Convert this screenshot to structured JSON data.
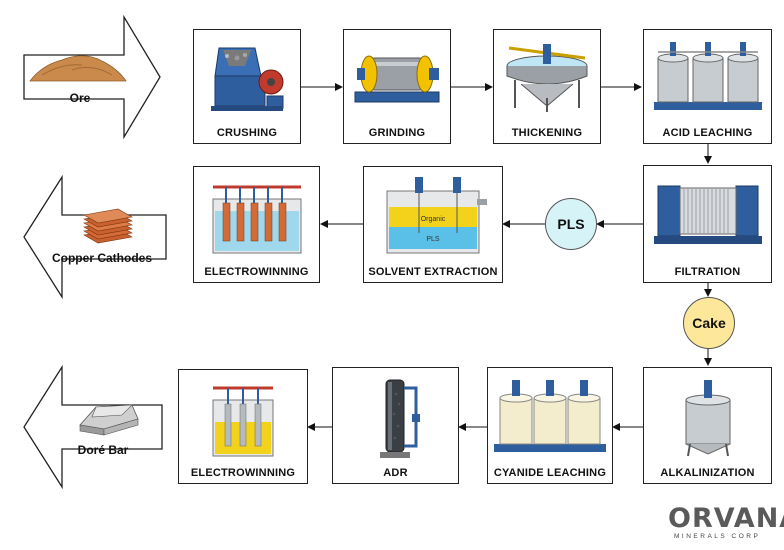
{
  "inputs": {
    "ore": "Ore"
  },
  "outputs": {
    "copper": "Copper Cathodes",
    "dore": "Doré Bar"
  },
  "steps": {
    "crushing": "CRUSHING",
    "grinding": "GRINDING",
    "thickening": "THICKENING",
    "acid_leaching": "ACID LEACHING",
    "filtration": "FILTRATION",
    "solvent_extraction": "SOLVENT EXTRACTION",
    "electrowinning_cu": "ELECTROWINNING",
    "alkalinization": "ALKALINIZATION",
    "cyanide_leaching": "CYANIDE LEACHING",
    "adr": "ADR",
    "electrowinning_au": "ELECTROWINNING"
  },
  "intermediates": {
    "pls": "PLS",
    "cake": "Cake"
  },
  "tank_labels": {
    "organic": "Organic",
    "pls": "PLS"
  },
  "logo": {
    "main": "ORVANA",
    "sub": "MINERALS CORP"
  },
  "colors": {
    "pls_circle": "#d6f3f7",
    "cake_circle": "#fde79a",
    "copper": "#c9602e",
    "ore": "#c98a4b",
    "machine_blue": "#2f5e9e"
  }
}
